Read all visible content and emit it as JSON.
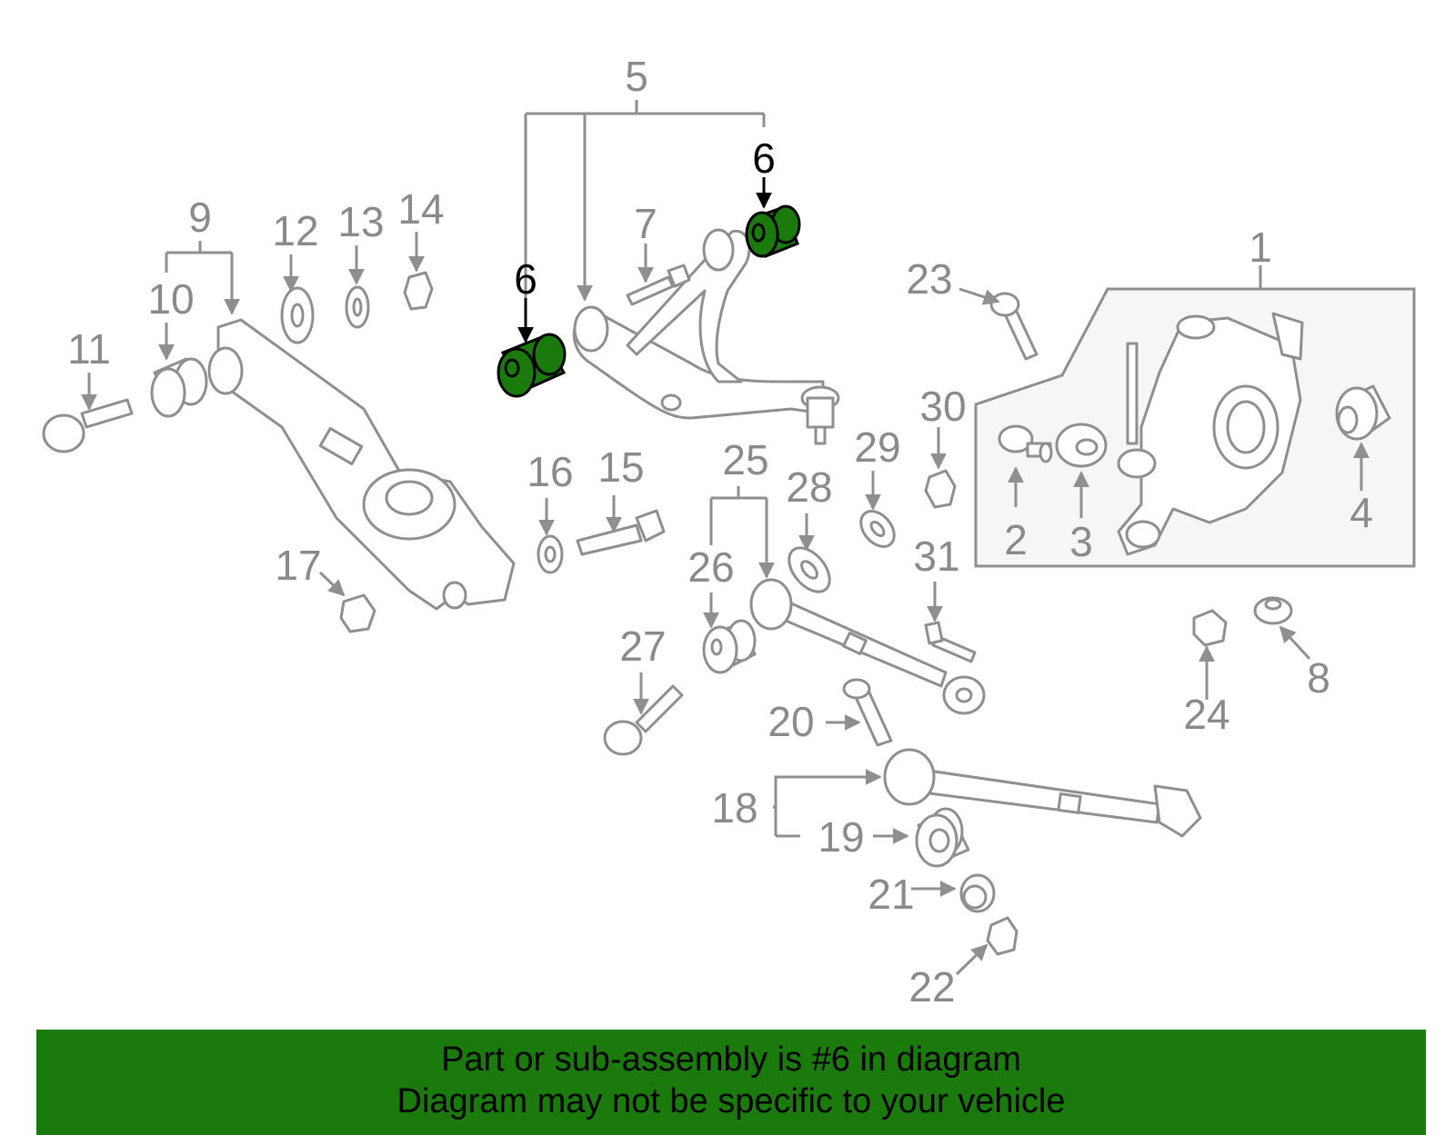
{
  "diagram": {
    "highlight_color": "#1a7a0c",
    "highlighted_part": "6",
    "labels": [
      "1",
      "2",
      "3",
      "4",
      "5",
      "6",
      "6",
      "7",
      "8",
      "9",
      "10",
      "11",
      "12",
      "13",
      "14",
      "15",
      "16",
      "17",
      "18",
      "19",
      "20",
      "21",
      "22",
      "23",
      "24",
      "25",
      "26",
      "27",
      "28",
      "29",
      "30",
      "31"
    ]
  },
  "banner": {
    "line1": "Part or sub-assembly is #6 in diagram",
    "line2": "Diagram may not be specific to your vehicle",
    "background": "#1a7a0c"
  }
}
